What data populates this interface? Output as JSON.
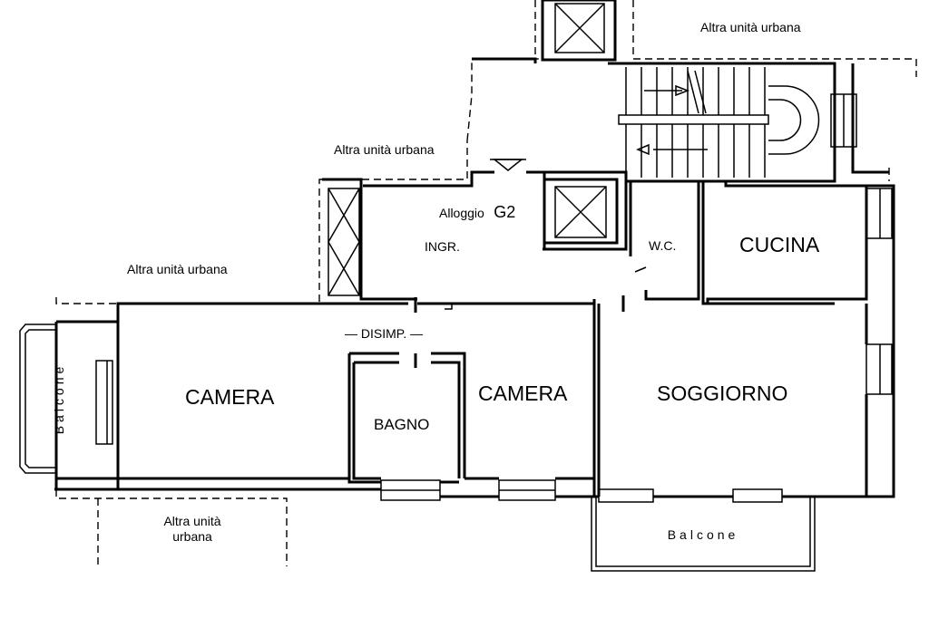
{
  "labels": {
    "other_unit_top_right": "Altra unità urbana",
    "other_unit_mid": "Altra unità urbana",
    "other_unit_left": "Altra unità urbana",
    "other_unit_bottom_line1": "Altra unità",
    "other_unit_bottom_line2": "urbana",
    "apartment_prefix": "Alloggio",
    "apartment_code": "G2",
    "entrance": "INGR.",
    "wc": "W.C.",
    "kitchen": "CUCINA",
    "hallway": "— DISIMP. —",
    "bedroom_left": "CAMERA",
    "bathroom": "BAGNO",
    "bedroom_middle": "CAMERA",
    "living_room": "SOGGIORNO",
    "balcony_left": "Balcone",
    "balcony_bottom": "Balcone"
  }
}
